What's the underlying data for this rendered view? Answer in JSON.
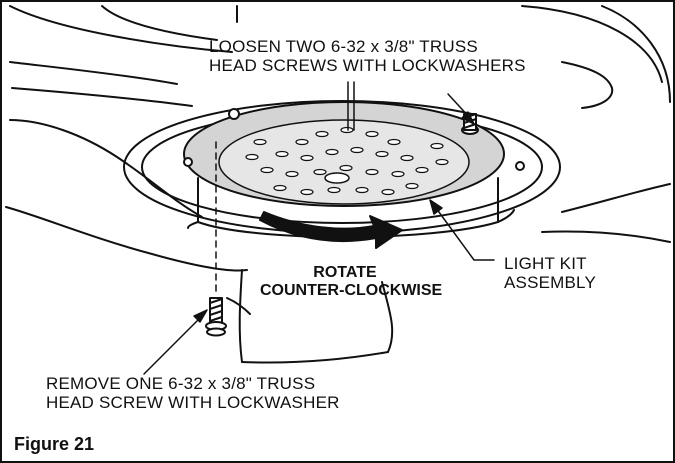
{
  "callouts": {
    "loosen": {
      "line1": "LOOSEN TWO 6-32 x 3/8\" TRUSS",
      "line2": "HEAD SCREWS WITH LOCKWASHERS"
    },
    "light_kit": {
      "line1": "LIGHT KIT",
      "line2": "ASSEMBLY"
    },
    "rotate": {
      "line1": "ROTATE",
      "line2": "COUNTER-CLOCKWISE"
    },
    "remove": {
      "line1": "REMOVE ONE 6-32 x 3/8\" TRUSS",
      "line2": "HEAD SCREW WITH LOCKWASHER"
    }
  },
  "figure_label": "Figure 21"
}
